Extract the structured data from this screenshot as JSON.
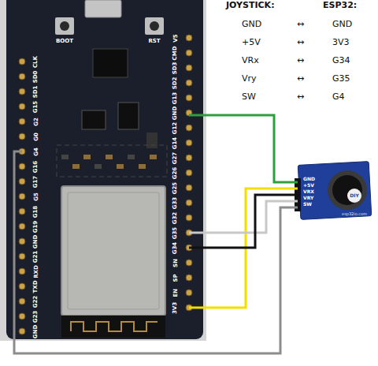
{
  "diagram": {
    "labels": [
      "JOYSTICK:",
      "ESP32:",
      "GND",
      "↔",
      "GND",
      "+5V",
      "↔",
      "3V3",
      "VRx",
      "↔",
      "G34",
      "Vry",
      "↔",
      "G35",
      "SW",
      "↔",
      "G4",
      "BOOT",
      "RST",
      "CLK",
      "SD0",
      "SD1",
      "G15",
      "G2",
      "G0",
      "G4",
      "G16",
      "G17",
      "G5",
      "G18",
      "G19",
      "GND",
      "G21",
      "RXD",
      "TXD",
      "G22",
      "G23",
      "GND",
      "V5",
      "CMD",
      "SD3",
      "SD2",
      "G13",
      "GND",
      "G12",
      "G14",
      "G27",
      "G26",
      "G25",
      "G33",
      "G32",
      "G35",
      "G34",
      "SN",
      "SP",
      "EN",
      "3V3",
      "GND",
      "+5V",
      "VRX",
      "VRY",
      "SW",
      "DIY",
      "esp32io.com"
    ]
  }
}
